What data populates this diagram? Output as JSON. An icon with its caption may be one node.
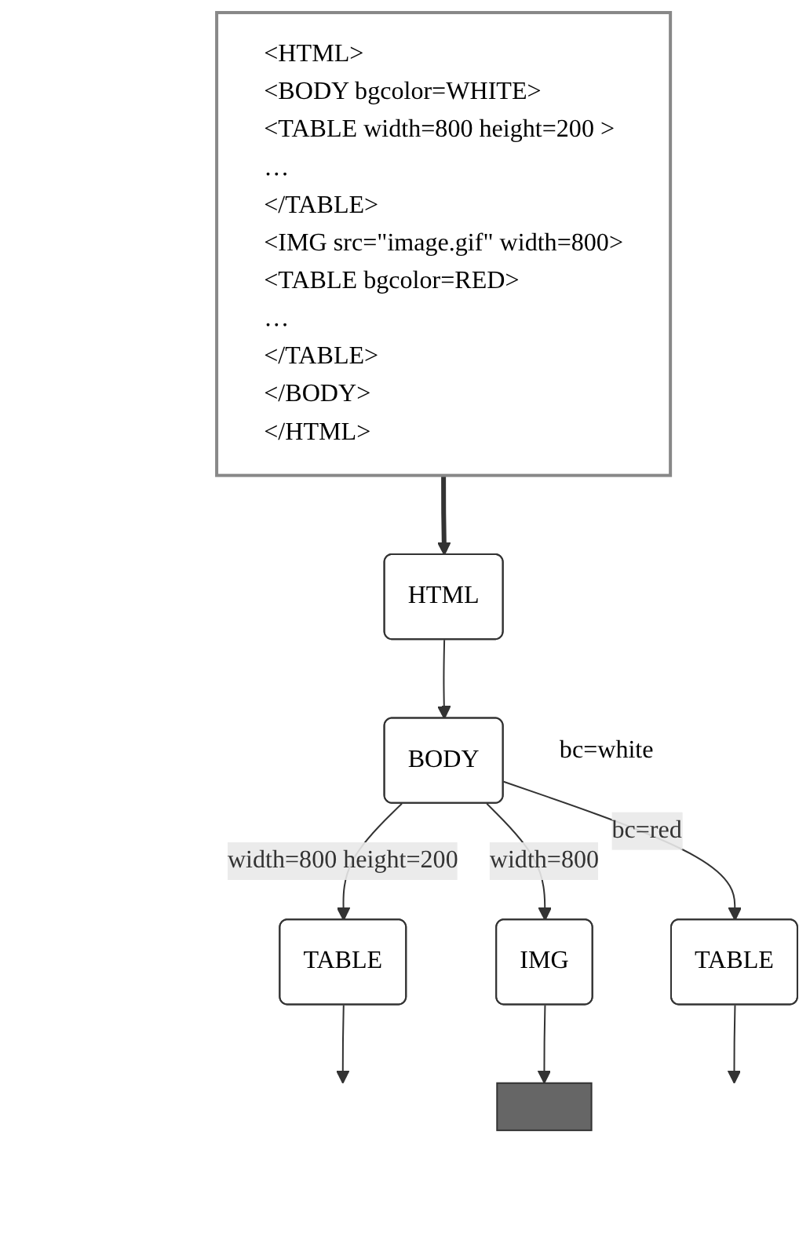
{
  "diagram": {
    "nodes": [
      {
        "text": [
          "<HTML>",
          "<BODY bgcolor=WHITE>",
          "<TABLE width=800 height=200 >",
          "…",
          "</TABLE>",
          "<IMG src=\"image.gif\" width=800>",
          "<TABLE bgcolor=RED>",
          "…",
          "</TABLE>",
          "</BODY>",
          "</HTML>"
        ]
      },
      {
        "text": [
          "HTML"
        ]
      },
      {
        "text": [
          "BODY"
        ],
        "beside": [
          "bc=white"
        ]
      },
      {
        "text": [
          "TABLE"
        ]
      },
      {
        "text": [
          "IMG"
        ]
      },
      {
        "text": [
          "TABLE"
        ]
      },
      {
        "text": [],
        "shape": "box"
      }
    ],
    "edges": [
      {
        "from": 0,
        "to": 1,
        "arrow": "to",
        "style": "thick"
      },
      {
        "from": 1,
        "to": 2,
        "arrow": "to"
      },
      {
        "from": 2,
        "to": 3,
        "arrow": "to",
        "label": "width=800 height=200"
      },
      {
        "from": 2,
        "to": 4,
        "arrow": "to",
        "label": "width=800"
      },
      {
        "from": 2,
        "to": 5,
        "arrow": "to",
        "label": "bc=red"
      },
      {
        "from": 3,
        "to": null,
        "arrow": "to"
      },
      {
        "from": 4,
        "to": 6,
        "arrow": "to"
      },
      {
        "from": 5,
        "to": null,
        "arrow": "to"
      }
    ]
  }
}
